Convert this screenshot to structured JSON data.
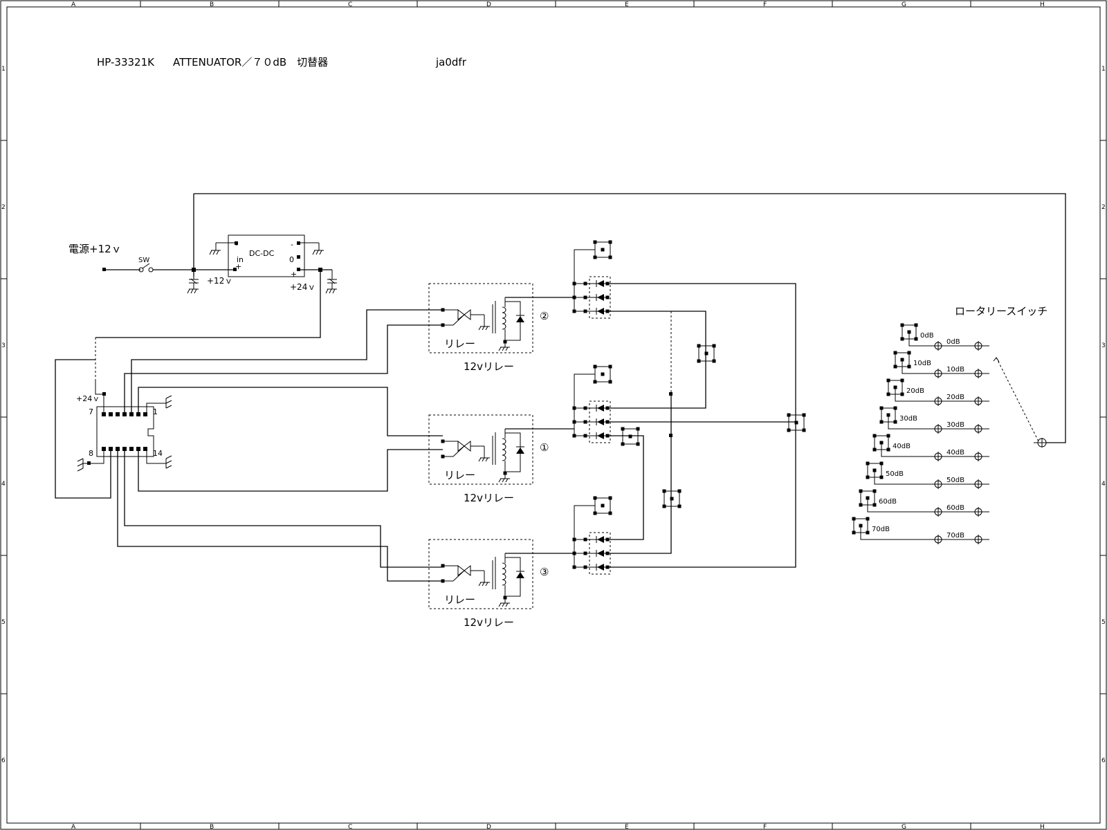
{
  "frame": {
    "columns": [
      "A",
      "B",
      "C",
      "D",
      "E",
      "F",
      "G",
      "H"
    ],
    "rows": [
      "1",
      "2",
      "3",
      "4",
      "5",
      "6"
    ]
  },
  "header": {
    "model": "HP-33321K",
    "title": "ATTENUATOR／７０dB　切替器",
    "author": "ja0dfr"
  },
  "power": {
    "supply_label": "電源+12ｖ",
    "switch_label": "SW",
    "dcdc_label": "DC-DC",
    "dcdc_in": "in",
    "dcdc_out": "0",
    "minus": "-",
    "plus": "+",
    "v_in_label": "+12ｖ",
    "v_out_label": "+24ｖ"
  },
  "ic": {
    "supply_label": "+24ｖ",
    "pins": [
      "7",
      "1",
      "8",
      "14"
    ]
  },
  "relays": [
    {
      "number": "②",
      "box_label": "リレー",
      "caption": "12vリレー"
    },
    {
      "number": "①",
      "box_label": "リレー",
      "caption": "12vリレー"
    },
    {
      "number": "③",
      "box_label": "リレー",
      "caption": "12vリレー"
    }
  ],
  "rotary": {
    "title": "ロータリースイッチ",
    "positions": [
      "0dB",
      "10dB",
      "20dB",
      "30dB",
      "40dB",
      "50dB",
      "60dB",
      "70dB"
    ]
  }
}
